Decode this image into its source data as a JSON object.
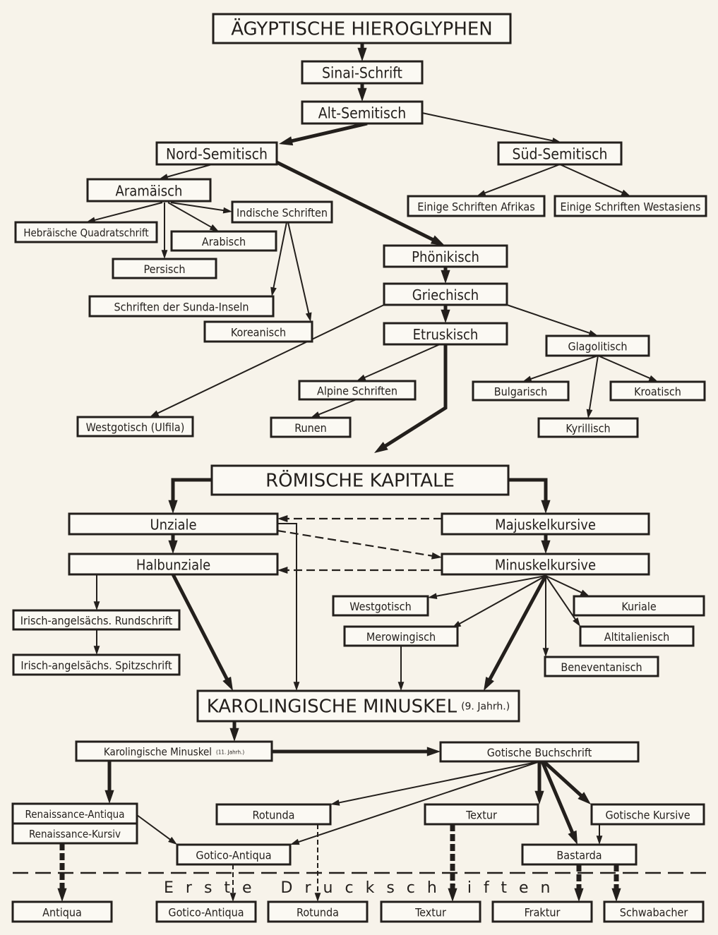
{
  "title": "Stammbaum der Schriften",
  "separator_label": "Erste Druckschriften",
  "colors": {
    "ink": "#231f1c",
    "paper": "#f7f3ea"
  },
  "nodes": {
    "aegyptische_hieroglyphen": "ÄGYPTISCHE HIEROGLYPHEN",
    "sinai_schrift": "Sinai-Schrift",
    "alt_semitisch": "Alt-Semitisch",
    "nord_semitisch": "Nord-Semitisch",
    "sued_semitisch": "Süd-Semitisch",
    "aramaeisch": "Aramäisch",
    "indische_schriften": "Indische Schriften",
    "hebraeische_quadratschrift": "Hebräische Quadratschrift",
    "arabisch": "Arabisch",
    "persisch": "Persisch",
    "sunda_inseln": "Schriften der Sunda-Inseln",
    "koreanisch": "Koreanisch",
    "schriften_afrikas": "Einige Schriften Afrikas",
    "schriften_westasiens": "Einige Schriften Westasiens",
    "phoenikisch": "Phönikisch",
    "griechisch": "Griechisch",
    "etruskisch": "Etruskisch",
    "glagolitisch": "Glagolitisch",
    "bulgarisch": "Bulgarisch",
    "kroatisch": "Kroatisch",
    "kyrillisch": "Kyrillisch",
    "alpine_schriften": "Alpine Schriften",
    "runen": "Runen",
    "westgotisch_ulfila": "Westgotisch (Ulfila)",
    "roemische_kapitale": "RÖMISCHE KAPITALE",
    "unziale": "Unziale",
    "majuskelkursive": "Majuskelkursive",
    "halbunziale": "Halbunziale",
    "minuskelkursive": "Minuskelkursive",
    "irisch_rundschrift": "Irisch-angelsächs. Rundschrift",
    "irisch_spitzschrift": "Irisch-angelsächs. Spitzschrift",
    "westgotisch": "Westgotisch",
    "merowingisch": "Merowingisch",
    "kuriale": "Kuriale",
    "altitalienisch": "Altitalienisch",
    "beneventanisch": "Beneventanisch",
    "karolingische_9": "KAROLINGISCHE MINUSKEL",
    "karolingische_9_note": "(9. Jahrh.)",
    "karolingische_11": "Karolingische Minuskel",
    "karolingische_11_note": "(11. Jahrh.)",
    "gotische_buchschrift": "Gotische Buchschrift",
    "renaissance_antiqua": "Renaissance-Antiqua",
    "renaissance_kursiv": "Renaissance-Kursiv",
    "rotunda": "Rotunda",
    "textur": "Textur",
    "gotische_kursive": "Gotische Kursive",
    "gotico_antiqua": "Gotico-Antiqua",
    "bastarda": "Bastarda",
    "print_antiqua": "Antiqua",
    "print_gotico_antiqua": "Gotico-Antiqua",
    "print_rotunda": "Rotunda",
    "print_textur": "Textur",
    "print_fraktur": "Fraktur",
    "print_schwabacher": "Schwabacher"
  },
  "edges": [
    {
      "from": "aegyptische_hieroglyphen",
      "to": "sinai_schrift",
      "style": "bold"
    },
    {
      "from": "sinai_schrift",
      "to": "alt_semitisch",
      "style": "bold"
    },
    {
      "from": "alt_semitisch",
      "to": "nord_semitisch",
      "style": "bold"
    },
    {
      "from": "alt_semitisch",
      "to": "sued_semitisch",
      "style": "thin"
    },
    {
      "from": "nord_semitisch",
      "to": "aramaeisch",
      "style": "thin"
    },
    {
      "from": "nord_semitisch",
      "to": "phoenikisch",
      "style": "bold"
    },
    {
      "from": "sued_semitisch",
      "to": "schriften_afrikas",
      "style": "thin"
    },
    {
      "from": "sued_semitisch",
      "to": "schriften_westasiens",
      "style": "thin"
    },
    {
      "from": "aramaeisch",
      "to": "hebraeische_quadratschrift",
      "style": "thin"
    },
    {
      "from": "aramaeisch",
      "to": "persisch",
      "style": "thin"
    },
    {
      "from": "aramaeisch",
      "to": "arabisch",
      "style": "thin"
    },
    {
      "from": "aramaeisch",
      "to": "indische_schriften",
      "style": "thin"
    },
    {
      "from": "indische_schriften",
      "to": "sunda_inseln",
      "style": "thin"
    },
    {
      "from": "indische_schriften",
      "to": "koreanisch",
      "style": "thin"
    },
    {
      "from": "phoenikisch",
      "to": "griechisch",
      "style": "bold"
    },
    {
      "from": "griechisch",
      "to": "etruskisch",
      "style": "bold"
    },
    {
      "from": "griechisch",
      "to": "glagolitisch",
      "style": "thin"
    },
    {
      "from": "griechisch",
      "to": "westgotisch_ulfila",
      "style": "thin"
    },
    {
      "from": "glagolitisch",
      "to": "bulgarisch",
      "style": "thin"
    },
    {
      "from": "glagolitisch",
      "to": "kyrillisch",
      "style": "thin"
    },
    {
      "from": "glagolitisch",
      "to": "kroatisch",
      "style": "thin"
    },
    {
      "from": "etruskisch",
      "to": "alpine_schriften",
      "style": "thin"
    },
    {
      "from": "alpine_schriften",
      "to": "runen",
      "style": "thin"
    },
    {
      "from": "etruskisch",
      "to": "roemische_kapitale",
      "style": "bold"
    },
    {
      "from": "roemische_kapitale",
      "to": "unziale",
      "style": "bold"
    },
    {
      "from": "roemische_kapitale",
      "to": "majuskelkursive",
      "style": "bold"
    },
    {
      "from": "majuskelkursive",
      "to": "unziale",
      "style": "dashed"
    },
    {
      "from": "unziale",
      "to": "minuskelkursive",
      "style": "dashed"
    },
    {
      "from": "minuskelkursive",
      "to": "halbunziale",
      "style": "dashed"
    },
    {
      "from": "unziale",
      "to": "halbunziale",
      "style": "bold"
    },
    {
      "from": "majuskelkursive",
      "to": "minuskelkursive",
      "style": "bold"
    },
    {
      "from": "unziale",
      "to": "karolingische_9",
      "style": "thin"
    },
    {
      "from": "halbunziale",
      "to": "irisch_rundschrift",
      "style": "thin"
    },
    {
      "from": "irisch_rundschrift",
      "to": "irisch_spitzschrift",
      "style": "thin"
    },
    {
      "from": "halbunziale",
      "to": "karolingische_9",
      "style": "bold"
    },
    {
      "from": "minuskelkursive",
      "to": "westgotisch",
      "style": "thin"
    },
    {
      "from": "minuskelkursive",
      "to": "merowingisch",
      "style": "thin"
    },
    {
      "from": "minuskelkursive",
      "to": "kuriale",
      "style": "thin"
    },
    {
      "from": "minuskelkursive",
      "to": "altitalienisch",
      "style": "thin"
    },
    {
      "from": "minuskelkursive",
      "to": "beneventanisch",
      "style": "thin"
    },
    {
      "from": "minuskelkursive",
      "to": "karolingische_9",
      "style": "bold"
    },
    {
      "from": "merowingisch",
      "to": "karolingische_9",
      "style": "thin"
    },
    {
      "from": "karolingische_9",
      "to": "karolingische_11",
      "style": "bold"
    },
    {
      "from": "karolingische_11",
      "to": "gotische_buchschrift",
      "style": "bold"
    },
    {
      "from": "karolingische_11",
      "to": "renaissance_antiqua",
      "style": "bold"
    },
    {
      "from": "gotische_buchschrift",
      "to": "rotunda",
      "style": "thin"
    },
    {
      "from": "gotische_buchschrift",
      "to": "gotico_antiqua",
      "style": "thin"
    },
    {
      "from": "gotische_buchschrift",
      "to": "textur",
      "style": "bold"
    },
    {
      "from": "gotische_buchschrift",
      "to": "bastarda",
      "style": "bold"
    },
    {
      "from": "gotische_buchschrift",
      "to": "gotische_kursive",
      "style": "bold"
    },
    {
      "from": "gotische_kursive",
      "to": "bastarda",
      "style": "thin"
    },
    {
      "from": "renaissance_antiqua",
      "to": "gotico_antiqua",
      "style": "thin"
    },
    {
      "from": "renaissance_kursiv",
      "to": "print_antiqua",
      "style": "print-bold"
    },
    {
      "from": "gotico_antiqua",
      "to": "print_gotico_antiqua",
      "style": "print-thin"
    },
    {
      "from": "rotunda",
      "to": "print_rotunda",
      "style": "print-thin"
    },
    {
      "from": "textur",
      "to": "print_textur",
      "style": "print-bold"
    },
    {
      "from": "bastarda",
      "to": "print_fraktur",
      "style": "print-bold"
    },
    {
      "from": "bastarda",
      "to": "print_schwabacher",
      "style": "print-bold"
    }
  ]
}
